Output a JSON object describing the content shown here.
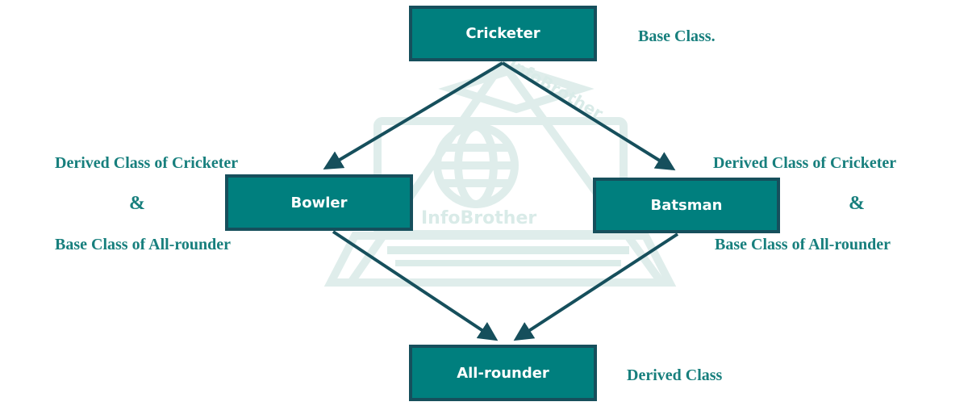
{
  "classes": {
    "cricketer": "Cricketer",
    "bowler": "Bowler",
    "batsman": "Batsman",
    "allrounder": "All-rounder"
  },
  "annotations": {
    "base_class": "Base Class.",
    "left_derived": "Derived Class of  Cricketer",
    "left_amp": "&",
    "left_base": "Base Class of  All-rounder",
    "right_derived": "Derived Class of  Cricketer",
    "right_amp": "&",
    "right_base": "Base Class of  All-rounder",
    "derived_class": "Derived Class"
  },
  "watermark": {
    "brand_top": "InfoBrother",
    "brand_center": "InfoBrother"
  },
  "colors": {
    "box_fill": "#007f7e",
    "box_border": "#164f5c",
    "label_text": "#177f7d",
    "arrow": "#164f5c",
    "watermark": "#d3e7e4"
  }
}
